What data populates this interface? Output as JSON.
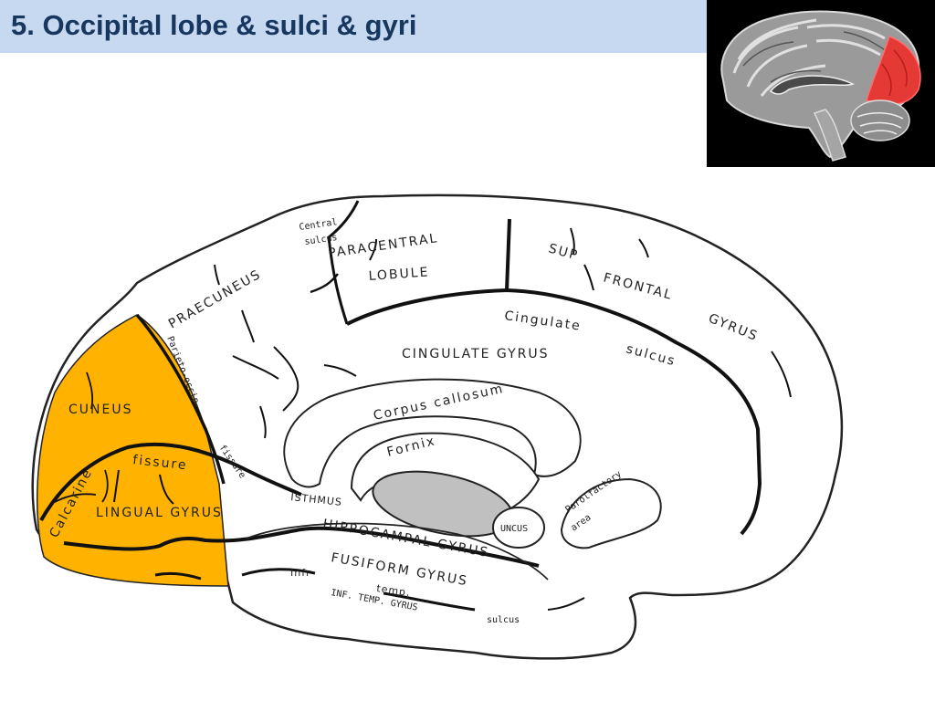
{
  "slide": {
    "title": "5. Occipital lobe & sulci & gyri"
  },
  "colors": {
    "title_bar": "#c6d9f1",
    "title_text": "#17375e",
    "occipital_highlight": "#ffb300",
    "photo_highlight": "#e53935",
    "uncus_fill": "#c0c0c0"
  },
  "diagram": {
    "labels": {
      "central_sulcus_1": "Central",
      "central_sulcus_2": "sulcus",
      "paracentral_1": "PARACENTRAL",
      "paracentral_2": "LOBULE",
      "sup_frontal_1": "SUP",
      "sup_frontal_2": "FRONTAL",
      "sup_frontal_3": "GYRUS",
      "praecuneus": "PRAECUNEUS",
      "parieto_occip": "Parieto-occip.",
      "parieto_fissure": "fissure",
      "cingulate_sulcus_1": "Cingulate",
      "cingulate_sulcus_2": "sulcus",
      "cingulate_gyrus": "CINGULATE GYRUS",
      "corpus_callosum": "Corpus callosum",
      "fornix": "Fornix",
      "cuneus": "CUNEUS",
      "calcarine": "Calcarine",
      "calcarine_fissure": "fissure",
      "lingual_gyrus": "LINGUAL GYRUS",
      "isthmus": "ISTHMUS",
      "hippocampal_gyrus": "HIPPOCAMPAL GYRUS",
      "uncus": "UNCUS",
      "parolfactory_1": "Parolfactory",
      "parolfactory_2": "area",
      "fusiform_gyrus": "FUSIFORM GYRUS",
      "infr": "Infr",
      "temp": "temp.",
      "inf_temp_gyrus": "INF. TEMP. GYRUS",
      "sulcus": "sulcus"
    }
  }
}
